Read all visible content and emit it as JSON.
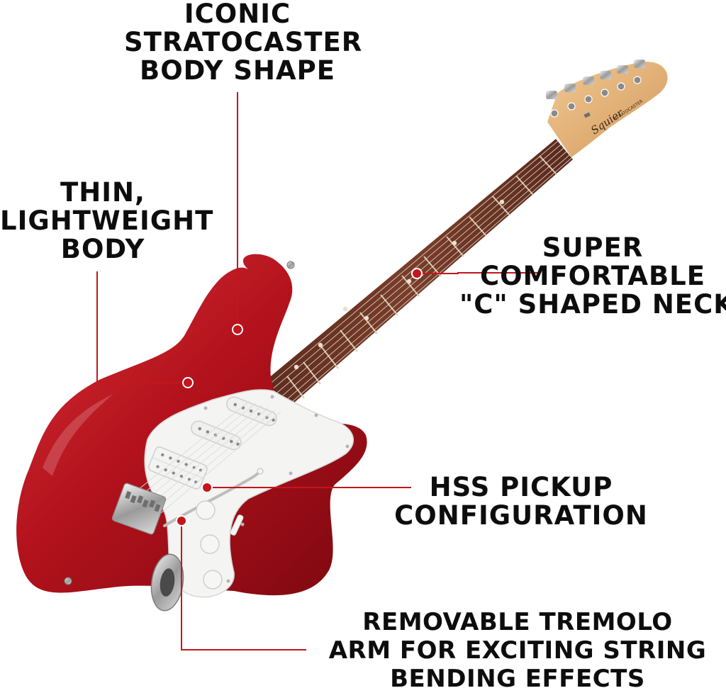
{
  "callouts": {
    "body_shape": [
      "ICONIC",
      "STRATOCASTER",
      "BODY SHAPE"
    ],
    "lightweight": [
      "THIN,",
      "LIGHTWEIGHT",
      "BODY"
    ],
    "neck": [
      "SUPER",
      "COMFORTABLE",
      "\"C\" SHAPED NECK"
    ],
    "pickups": [
      "HSS PICKUP",
      "CONFIGURATION"
    ],
    "tremolo": [
      "REMOVABLE TREMOLO",
      "ARM FOR EXCITING STRING",
      "BENDING EFFECTS"
    ]
  },
  "headstock": {
    "brand": "Squier",
    "model": "STRATOCASTER"
  },
  "colors": {
    "body": "#b3121c",
    "pickguard": "#f4f4f2",
    "fretboard": "#6b3322",
    "maple": "#e2b07a",
    "callout_line": "#c4161c",
    "text": "#0d0d0d"
  }
}
